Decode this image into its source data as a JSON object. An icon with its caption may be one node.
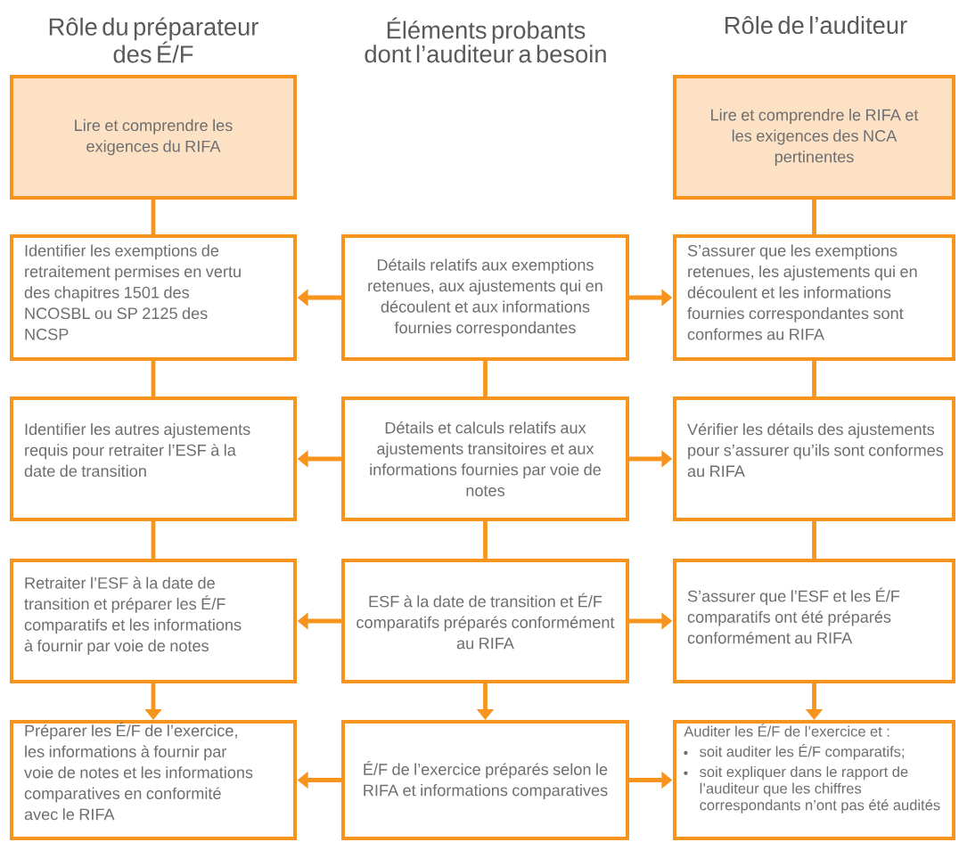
{
  "diagram": {
    "nodes": [
      {
        "text": [
          "Lire et comprendre les exigences du RIFA"
        ]
      },
      {
        "text": [
          "Lire et comprendre le RIFA et les exigences des NCA pertinentes"
        ]
      },
      {
        "text": [
          "Identifier les exemptions de retraitement permises en vertu des chapitres 1501 des NCOSBL ou SP 2125 des NCSP"
        ]
      },
      {
        "text": [
          "Détails relatifs aux exemptions retenues, aux ajustements qui en découlent et aux informations fournies correspondantes"
        ]
      },
      {
        "text": [
          "S’assurer que les exemptions retenues, les ajustements qui en découlent et les informations fournies correspondantes sont conformes au RIFA"
        ]
      },
      {
        "text": [
          "Identifier les autres ajustements requis pour retraiter l’ESF à la date de transition"
        ]
      },
      {
        "text": [
          "Détails et calculs relatifs aux ajustements transitoires et aux informations fournies par voie de notes"
        ]
      },
      {
        "text": [
          "Vérifier les détails des ajustements pour s’assurer qu’ils sont conformes au RIFA"
        ]
      },
      {
        "text": [
          "Retraiter l’ESF à la date de transition et préparer les É/F comparatifs et les informations à fournir par voie de notes"
        ]
      },
      {
        "text": [
          "ESF à la date de transition et É/F comparatifs préparés conformément au RIFA"
        ]
      },
      {
        "text": [
          "S’assurer que l’ESF et les É/F comparatifs ont été préparés conformément au RIFA"
        ]
      },
      {
        "text": [
          "Préparer les É/F de l’exercice, les informations à fournir par voie de notes et les informations comparatives en conformité avec le RIFA"
        ]
      },
      {
        "text": [
          "É/F de l’exercice préparés selon le RIFA et informations comparatives"
        ]
      },
      {
        "text": [
          "Auditer les É/F de l’exercice et :",
          "soit auditer les É/F comparatifs;",
          "soit expliquer dans le rapport de l’auditeur que les chiffres correspondants n’ont pas été audités"
        ]
      }
    ],
    "edges": [
      {
        "from": 0,
        "to": 2,
        "arrow": "none"
      },
      {
        "from": 1,
        "to": 4,
        "arrow": "none"
      },
      {
        "from": 3,
        "to": 2,
        "arrow": "to"
      },
      {
        "from": 3,
        "to": 4,
        "arrow": "to"
      },
      {
        "from": 2,
        "to": 5,
        "arrow": "none"
      },
      {
        "from": 3,
        "to": 6,
        "arrow": "none"
      },
      {
        "from": 4,
        "to": 7,
        "arrow": "none"
      },
      {
        "from": 6,
        "to": 5,
        "arrow": "to"
      },
      {
        "from": 6,
        "to": 7,
        "arrow": "to"
      },
      {
        "from": 5,
        "to": 8,
        "arrow": "none"
      },
      {
        "from": 6,
        "to": 9,
        "arrow": "none"
      },
      {
        "from": 7,
        "to": 10,
        "arrow": "none"
      },
      {
        "from": 9,
        "to": 8,
        "arrow": "to"
      },
      {
        "from": 9,
        "to": 10,
        "arrow": "to"
      },
      {
        "from": 8,
        "to": 11,
        "arrow": "to"
      },
      {
        "from": 9,
        "to": 12,
        "arrow": "to"
      },
      {
        "from": 10,
        "to": 13,
        "arrow": "to"
      },
      {
        "from": 12,
        "to": 11,
        "arrow": "to"
      },
      {
        "from": 12,
        "to": 13,
        "arrow": "to"
      }
    ],
    "labels": [
      "Rôle du préparateur des É/F",
      "Éléments probants dont l’auditeur a besoin",
      "Rôle de l’auditeur"
    ]
  }
}
